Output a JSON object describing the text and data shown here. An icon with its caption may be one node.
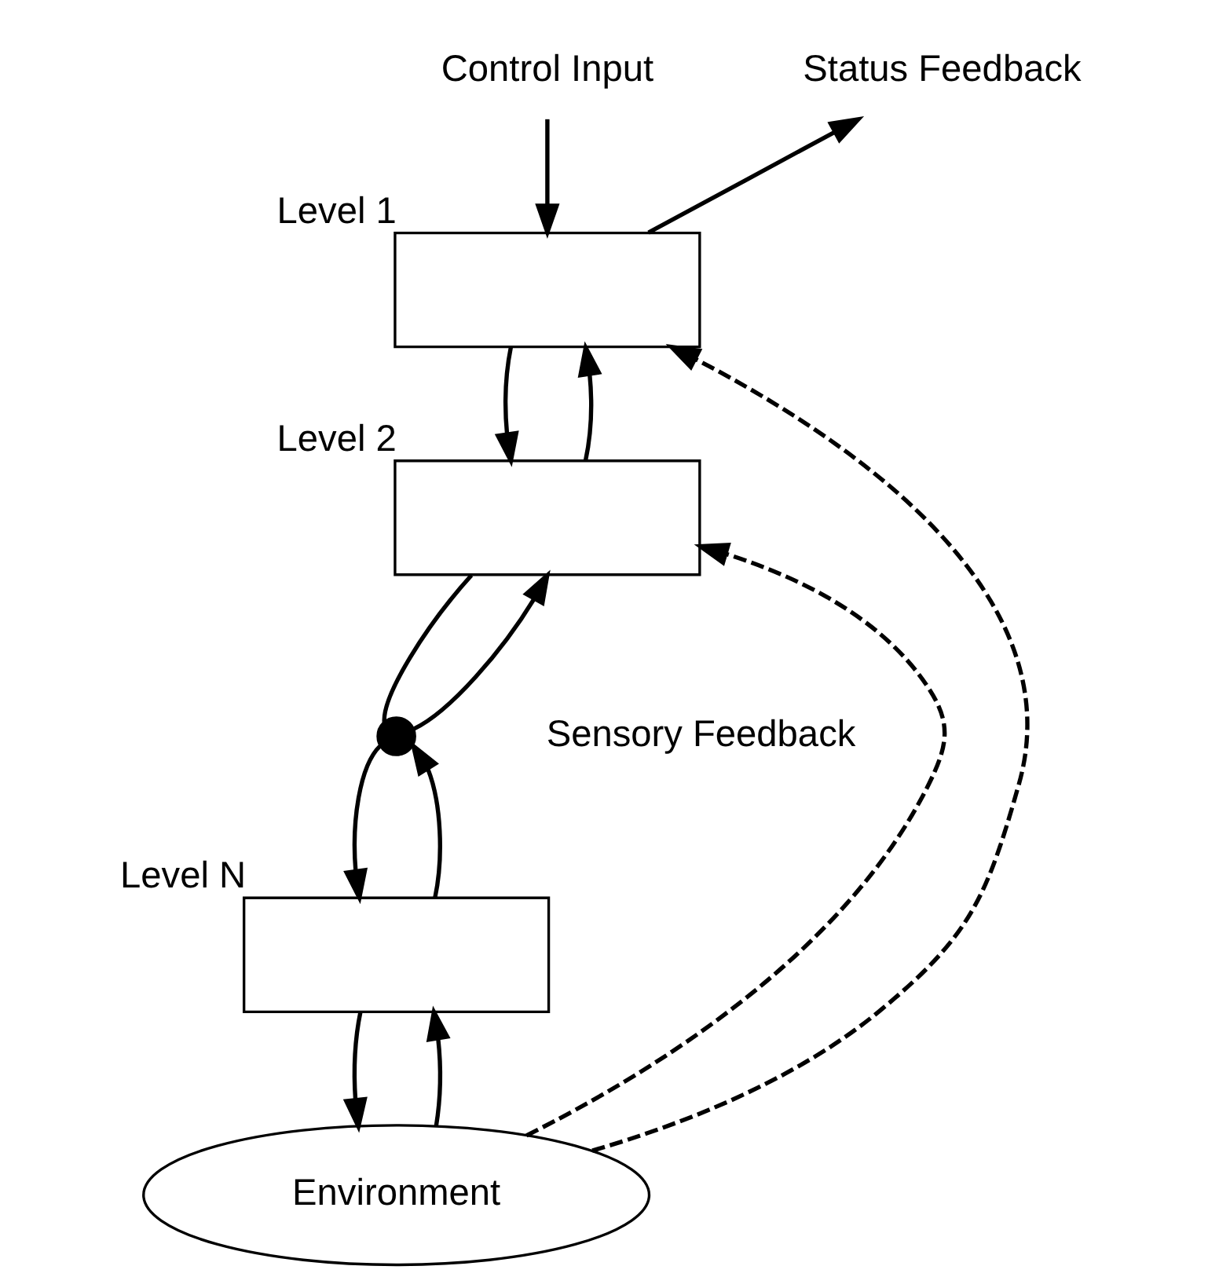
{
  "diagram": {
    "nodes": [
      {
        "text": [
          "Control Input"
        ]
      },
      {
        "text": [
          "Status Feedback"
        ]
      },
      {
        "text": [],
        "shape": "box",
        "beside": [
          "Level 1"
        ]
      },
      {
        "text": [],
        "shape": "box",
        "beside": [
          "Level 2"
        ]
      },
      {
        "text": [],
        "shape": "dots"
      },
      {
        "text": [],
        "shape": "box",
        "beside": [
          "Level N"
        ]
      },
      {
        "text": [
          "Environment"
        ]
      }
    ],
    "edges": [
      {
        "from": 0,
        "to": 2,
        "arrow": "to"
      },
      {
        "from": 2,
        "to": 1,
        "arrow": "to"
      },
      {
        "from": 2,
        "to": 3,
        "arrow": "to"
      },
      {
        "from": 3,
        "to": 2,
        "arrow": "to"
      },
      {
        "from": 3,
        "to": 4,
        "arrow": "none"
      },
      {
        "from": 4,
        "to": 3,
        "arrow": "to"
      },
      {
        "from": 4,
        "to": 5,
        "arrow": "to"
      },
      {
        "from": 5,
        "to": 4,
        "arrow": "to"
      },
      {
        "from": 5,
        "to": 6,
        "arrow": "to"
      },
      {
        "from": 6,
        "to": 5,
        "arrow": "to"
      },
      {
        "from": 6,
        "to": 3,
        "arrow": "to",
        "style": "dashed"
      },
      {
        "from": 6,
        "to": 2,
        "arrow": "to",
        "style": "dashed"
      }
    ],
    "labels": [
      "Sensory Feedback"
    ]
  }
}
